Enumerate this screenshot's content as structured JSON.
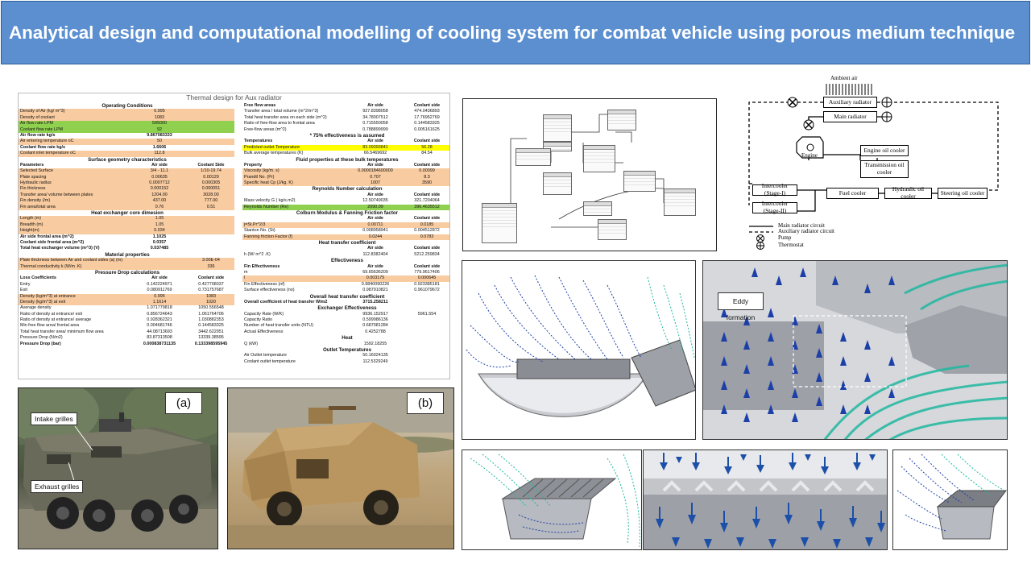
{
  "header": {
    "title": "Analytical design and computational modelling of cooling system for combat vehicle using porous medium technique"
  },
  "sheet": {
    "title": "Thermal design for Aux radiator",
    "left": [
      {
        "k": "heading",
        "c": [
          "Operating Conditions",
          "",
          ""
        ]
      },
      {
        "k": "orange",
        "c": [
          "Density of Air (kg/ m^3)",
          "0.995",
          ""
        ]
      },
      {
        "k": "orange",
        "c": [
          "Density of coolant",
          "1083",
          ""
        ]
      },
      {
        "k": "green",
        "c": [
          "Air flow rate LPM",
          "595000",
          ""
        ]
      },
      {
        "k": "green",
        "c": [
          "Coolant flow rate LPM",
          "92",
          ""
        ]
      },
      {
        "k": "bold",
        "c": [
          "Air flow rate kg/s",
          "9.867083333",
          ""
        ]
      },
      {
        "k": "orange",
        "c": [
          "Air entering temperature oC",
          "50",
          ""
        ]
      },
      {
        "k": "bold",
        "c": [
          "Coolant flow rate kg/s",
          "1.6606",
          ""
        ]
      },
      {
        "k": "orange",
        "c": [
          "Coolant inlet temperature oC",
          "112.8",
          ""
        ]
      },
      {
        "k": "heading",
        "c": [
          "Surface geometry characteristics",
          "",
          ""
        ]
      },
      {
        "k": "bold",
        "c": [
          "Parameters",
          "Air side",
          "Coolant Side"
        ]
      },
      {
        "k": "orange",
        "c": [
          "Selected Surface",
          "3/4 - 11.1",
          "1/10-19.74"
        ]
      },
      {
        "k": "orange",
        "c": [
          "Plate spacing",
          "0.00635",
          "0.00129"
        ]
      },
      {
        "k": "orange",
        "c": [
          "Hydraulic radius",
          "0.0007712",
          "0.000305"
        ]
      },
      {
        "k": "orange",
        "c": [
          "Fin thickness",
          "0.000152",
          "0.000051"
        ]
      },
      {
        "k": "orange",
        "c": [
          "Transfer area/ volume between plates",
          "1204.00",
          "3028.00"
        ]
      },
      {
        "k": "orange",
        "c": [
          "Fin density (/m)",
          "437.00",
          "777.00"
        ]
      },
      {
        "k": "orange",
        "c": [
          "Fin area/total area",
          "0.76",
          "0.51"
        ]
      },
      {
        "k": "heading",
        "c": [
          "Heat exchanger core dimesion",
          "",
          ""
        ]
      },
      {
        "k": "orange",
        "c": [
          "Length (m)",
          "1.05",
          ""
        ]
      },
      {
        "k": "orange",
        "c": [
          "Breadth (m)",
          "1.05",
          ""
        ]
      },
      {
        "k": "orange",
        "c": [
          "Height(m)",
          "0.034",
          ""
        ]
      },
      {
        "k": "bold",
        "c": [
          "Air side frontal area (m^2)",
          "1.1025",
          ""
        ]
      },
      {
        "k": "bold",
        "c": [
          "Coolant side frontal area (m^2)",
          "0.0357",
          ""
        ]
      },
      {
        "k": "bold",
        "c": [
          "Total heat exchanger volume (m^3) (V)",
          "0.037485",
          ""
        ]
      },
      {
        "k": "heading",
        "c": [
          "Material properties",
          "",
          ""
        ]
      },
      {
        "k": "orange",
        "c": [
          "Plate thickness between Air and coolant sides (a) (m)",
          "",
          "3.00E-04"
        ]
      },
      {
        "k": "orange",
        "c": [
          "Thermal conductivity k (W/m .K)",
          "",
          "336"
        ]
      },
      {
        "k": "heading",
        "c": [
          "Pressure Drop calculations",
          "",
          ""
        ]
      },
      {
        "k": "bold",
        "c": [
          "Loss Coefficients",
          "Air side",
          "Coolant side"
        ]
      },
      {
        "k": "",
        "c": [
          "Entry",
          "0.142224971",
          "0.427708337"
        ]
      },
      {
        "k": "",
        "c": [
          "Exit",
          "0.080911769",
          "0.731757687"
        ]
      },
      {
        "k": "orange",
        "c": [
          "Density (kg/m^3) at entrance",
          "0.995",
          "1083"
        ]
      },
      {
        "k": "orange",
        "c": [
          "Density (kg/m^3) at exit",
          "1.1614",
          "1020"
        ]
      },
      {
        "k": "",
        "c": [
          "Average density",
          "1.071779818",
          "1050.556548"
        ]
      },
      {
        "k": "",
        "c": [
          "Ratio of density at entrance/ exit",
          "0.856724643",
          "1.061764706"
        ]
      },
      {
        "k": "",
        "c": [
          "Ratio of density at entrance/ average",
          "0.928362321",
          "1.030882353"
        ]
      },
      {
        "k": "",
        "c": [
          "Min free flow area/ frontal area",
          "0.004681746",
          "0.144583325"
        ]
      },
      {
        "k": "",
        "c": [
          "Total heat transfer area/ minimum flow area",
          "44.08713693",
          "3442.622951"
        ]
      },
      {
        "k": "",
        "c": [
          "Pressure Drop (N/m2)",
          "83.87313508",
          "13339.38595"
        ]
      },
      {
        "k": "bold",
        "c": [
          "Pressure Drop (bar)",
          "0.000838731135",
          "0.133398595945"
        ]
      }
    ],
    "right": [
      {
        "k": "bold",
        "c": [
          "Free flow areas",
          "Air side",
          "Coolant side"
        ]
      },
      {
        "k": "",
        "c": [
          "Transfer area / total volume (m^2/m^3)",
          "927.8398058",
          "474.0436893"
        ]
      },
      {
        "k": "",
        "c": [
          "Total heat transfer area on each side (m^2)",
          "34.78007512",
          "17.76952769"
        ]
      },
      {
        "k": "",
        "c": [
          "Ratio of free-flow area to frontal area",
          "0.715550058",
          "0.144583325"
        ]
      },
      {
        "k": "",
        "c": [
          "Free-flow areas (m^2)",
          "0.788899999",
          "0.005161625"
        ]
      },
      {
        "k": "heading",
        "c": [
          "* 75% effectiveness is assumed",
          "",
          ""
        ]
      },
      {
        "k": "bold",
        "c": [
          "Temperatures",
          "Air side",
          "Coolant side"
        ]
      },
      {
        "k": "yellow",
        "c": [
          "Predicted outlet Temperature",
          "83.09393841",
          "56.28"
        ]
      },
      {
        "k": "",
        "c": [
          "Bulk average temperatures (K)",
          "66.5469692",
          "84.54"
        ]
      },
      {
        "k": "heading",
        "c": [
          "Fluid properties at these bulk temperatures",
          "",
          ""
        ]
      },
      {
        "k": "bold",
        "c": [
          "Property",
          "Air side",
          "Coolant side"
        ]
      },
      {
        "k": "orange",
        "c": [
          "Viscosity (kg/m. s)",
          "0.0000184600000",
          "0.00099"
        ]
      },
      {
        "k": "orange",
        "c": [
          "Prandtl No. (Pr)",
          "0.707",
          "8.3"
        ]
      },
      {
        "k": "orange",
        "c": [
          "Specific heat Cp (J/kg. K)",
          "1007",
          "3590"
        ]
      },
      {
        "k": "heading",
        "c": [
          "Reynolds Number calculation",
          "",
          ""
        ]
      },
      {
        "k": "bold",
        "c": [
          "",
          "Air side",
          "Coolant side"
        ]
      },
      {
        "k": "",
        "c": [
          "Mass velocity G ( kg/s.m2)",
          "12.50749035",
          "321.7204064"
        ]
      },
      {
        "k": "green",
        "c": [
          "Reynolds Number (Re)",
          "2090.09",
          "396.4635512"
        ]
      },
      {
        "k": "heading",
        "c": [
          "Colburn Modulus & Fanning Friction factor",
          "",
          ""
        ]
      },
      {
        "k": "bold",
        "c": [
          "",
          "Air side",
          "Coolant side"
        ]
      },
      {
        "k": "orange",
        "c": [
          "j=St.Pr^2/3",
          "0.00711",
          "0.0185"
        ]
      },
      {
        "k": "",
        "c": [
          "Stanton No. (St)",
          "0.008958941",
          "0.004512872"
        ]
      },
      {
        "k": "orange",
        "c": [
          "Fanning friction Factor (f)",
          "0.0244",
          "0.0783"
        ]
      },
      {
        "k": "heading",
        "c": [
          "Heat transfer coefficient",
          "",
          ""
        ]
      },
      {
        "k": "bold",
        "c": [
          "",
          "Air side",
          "Coolant side"
        ]
      },
      {
        "k": "",
        "c": [
          "h (W/ m^2 .K)",
          "112.8382404",
          "5212.259834"
        ]
      },
      {
        "k": "heading",
        "c": [
          "Effectiveness",
          "",
          ""
        ]
      },
      {
        "k": "bold",
        "c": [
          "Fin Effectiveness",
          "Air side",
          "Coolant side"
        ]
      },
      {
        "k": "",
        "c": [
          "m",
          "69.65636209",
          "779.9617406"
        ]
      },
      {
        "k": "orange",
        "c": [
          "l",
          "0.003175",
          "0.000645"
        ]
      },
      {
        "k": "",
        "c": [
          "Fin Effectiveness (nf)",
          "0.9840090226",
          "0.923385181"
        ]
      },
      {
        "k": "",
        "c": [
          "Surface effectiveness (no)",
          "0.987910821",
          "0.961079672"
        ]
      },
      {
        "k": "heading",
        "c": [
          "Overall heat transfer coefficient",
          "",
          ""
        ]
      },
      {
        "k": "bold",
        "c": [
          "Overall coefficient of heat transfer W/m2",
          "3715.258211",
          ""
        ]
      },
      {
        "k": "heading",
        "c": [
          "Exchanger Effectiveness",
          "",
          ""
        ]
      },
      {
        "k": "",
        "c": [
          "Capacity Rate (W/K)",
          "9936.152917",
          "5961.554"
        ]
      },
      {
        "k": "",
        "c": [
          "Capacity Ratio",
          "0.599986136",
          ""
        ]
      },
      {
        "k": "",
        "c": [
          "Number of heat transfer units (NTU)",
          "0.687081284",
          ""
        ]
      },
      {
        "k": "",
        "c": [
          "Actual Effectiveness",
          "0.4252788",
          ""
        ]
      },
      {
        "k": "heading",
        "c": [
          "Heat",
          "",
          ""
        ]
      },
      {
        "k": "",
        "c": [
          "Q (kW)",
          "1592.18255",
          ""
        ]
      },
      {
        "k": "heading",
        "c": [
          "Outlet Temperatures",
          "",
          ""
        ]
      },
      {
        "k": "",
        "c": [
          "Air Outlet temperature",
          "50.16024135",
          ""
        ]
      },
      {
        "k": "",
        "c": [
          "Coolant outlet temperature",
          "112.5329249",
          ""
        ]
      }
    ]
  },
  "photos": {
    "a_label": "(a)",
    "b_label": "(b)",
    "intake": "Intake grilles",
    "exhaust": "Exhaust grilles"
  },
  "schematic": {
    "ambient": "Ambient air",
    "aux_radiator": "Auxiliary radiator",
    "main_radiator": "Main radiator",
    "engine": "Engine",
    "engine_oil_cooler": "Engine oil cooler",
    "transmission_oil_cooler": "Transmission oil cooler",
    "intercooler1": "Intercooler (Stage-I)",
    "intercooler2": "Intercooler (Stage-II)",
    "fuel_cooler": "Fuel cooler",
    "hydraulic_oil_cooler": "Hydraulic oil cooler",
    "steering_oil_cooler": "Steering oil cooler",
    "legend": {
      "main_circuit": "Main radiator circuit",
      "aux_circuit": "Auxiliary radiator circuit",
      "pump": "Pump",
      "thermostat": "Thermostat"
    }
  },
  "cfd": {
    "eddy": "Eddy formation"
  },
  "colors": {
    "header_bg": "#5b8fd0",
    "orange_row": "#f8cba0",
    "green_row": "#8fd14f",
    "yellow_row": "#ffff00",
    "flow_blue": "#1c3fa8",
    "flow_teal": "#1fb8a0"
  }
}
